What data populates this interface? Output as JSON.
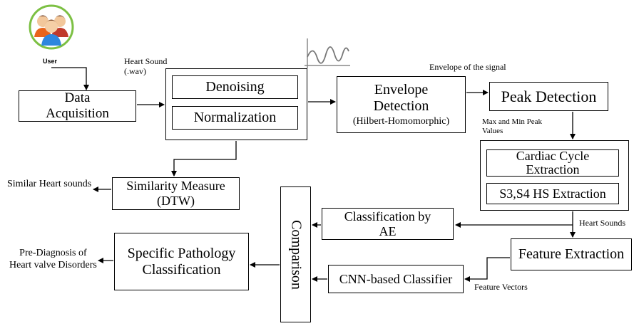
{
  "user": {
    "label": "User",
    "icon": "user-group-icon",
    "colors": [
      "#7cc043",
      "#e8641b",
      "#c0392b",
      "#2e86de"
    ]
  },
  "labels": {
    "heart_sound": "Heart Sound\n(.wav)",
    "envelope_of_signal": "Envelope of the signal",
    "max_min_peak": "Max and Min Peak\nValues",
    "heart_sounds": "Heart Sounds",
    "feature_vectors": "Feature Vectors",
    "similar_heart_sounds": "Similar Heart sounds",
    "pre_diagnosis": "Pre-Diagnosis of\nHeart valve Disorders"
  },
  "boxes": {
    "data_acquisition": "Data\nAcquisition",
    "denoising": "Denoising",
    "normalization": "Normalization",
    "envelope_detection": "Envelope\nDetection",
    "envelope_detection_sub": "(Hilbert-Homomorphic)",
    "peak_detection": "Peak Detection",
    "cardiac_cycle": "Cardiac Cycle\nExtraction",
    "s3s4": "S3,S4 HS Extraction",
    "similarity_measure": "Similarity Measure\n(DTW)",
    "classification_ae": "Classification by\nAE",
    "feature_extraction": "Feature Extraction",
    "cnn_classifier": "CNN-based Classifier",
    "specific_pathology": "Specific Pathology\nClassification",
    "comparison": "Comparison"
  },
  "waveform_icon": "waveform-icon"
}
